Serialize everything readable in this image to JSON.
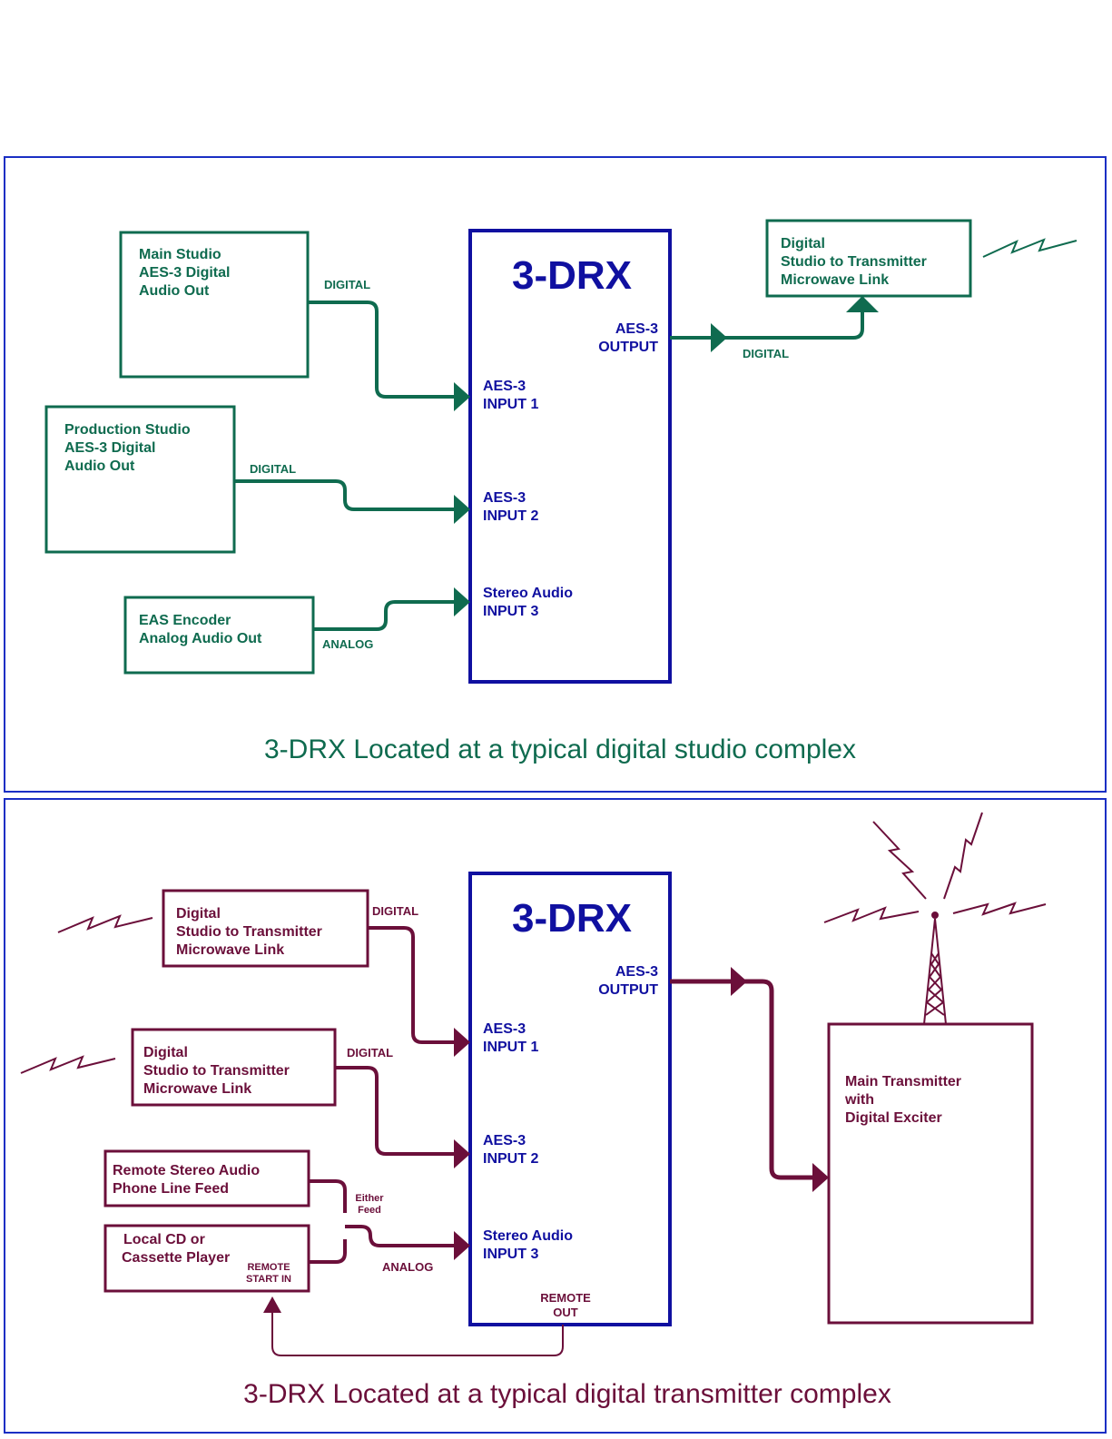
{
  "colors": {
    "frame": "#1a2fc4",
    "drx": "#1010a0",
    "green": "#0f6b4f",
    "maroon": "#6b0f3a"
  },
  "top": {
    "drx_title": "3-DRX",
    "aes_output": [
      "AES-3",
      "OUTPUT"
    ],
    "input1": [
      "AES-3",
      "INPUT 1"
    ],
    "input2": [
      "AES-3",
      "INPUT 2"
    ],
    "input3": [
      "Stereo Audio",
      "INPUT 3"
    ],
    "main_studio": [
      "Main Studio",
      "AES-3 Digital",
      "Audio Out"
    ],
    "production_studio": [
      "Production Studio",
      "AES-3 Digital",
      "Audio Out"
    ],
    "eas_encoder": [
      "EAS Encoder",
      "Analog Audio Out"
    ],
    "stl": [
      "Digital",
      "Studio to Transmitter",
      "Microwave Link"
    ],
    "digital_label": "DIGITAL",
    "analog_label": "ANALOG",
    "caption": "3-DRX Located at a typical digital studio complex"
  },
  "bottom": {
    "drx_title": "3-DRX",
    "aes_output": [
      "AES-3",
      "OUTPUT"
    ],
    "input1": [
      "AES-3",
      "INPUT 1"
    ],
    "input2": [
      "AES-3",
      "INPUT 2"
    ],
    "input3": [
      "Stereo Audio",
      "INPUT 3"
    ],
    "remote_out": [
      "REMOTE",
      "OUT"
    ],
    "stl1": [
      "Digital",
      "Studio to Transmitter",
      "Microwave Link"
    ],
    "stl2": [
      "Digital",
      "Studio to Transmitter",
      "Microwave Link"
    ],
    "remote_feed": [
      "Remote Stereo Audio",
      "Phone Line Feed"
    ],
    "local_cd": [
      "Local CD or",
      "Cassette Player"
    ],
    "remote_start": [
      "REMOTE",
      "START IN"
    ],
    "either_feed": [
      "Either",
      "Feed"
    ],
    "transmitter": [
      "Main Transmitter",
      "with",
      "Digital Exciter"
    ],
    "digital_label": "DIGITAL",
    "analog_label": "ANALOG",
    "caption": "3-DRX Located at a typical digital transmitter complex"
  }
}
